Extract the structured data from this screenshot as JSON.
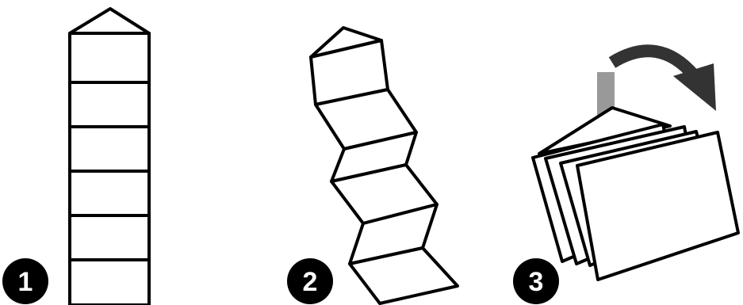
{
  "steps": [
    {
      "number": "1"
    },
    {
      "number": "2"
    },
    {
      "number": "3"
    }
  ],
  "colors": {
    "stroke": "#000000",
    "fill": "#ffffff",
    "badge": "#000000",
    "badge_text": "#ffffff",
    "arrow": "#333333",
    "hanger": "#999999"
  }
}
